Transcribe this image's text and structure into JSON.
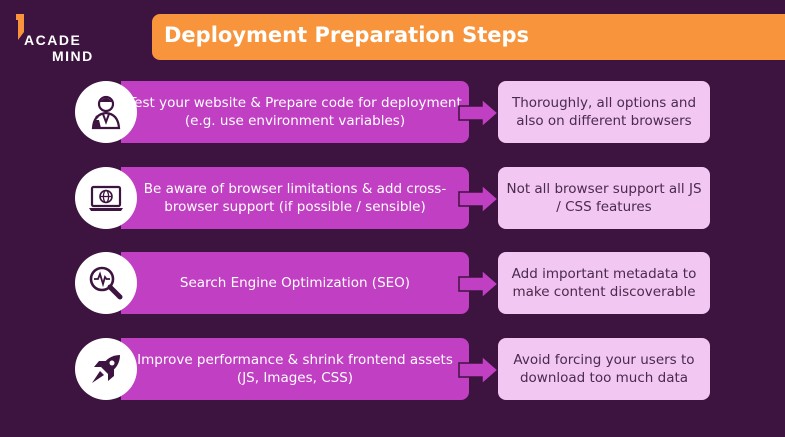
{
  "brand": {
    "line1": "ACADE",
    "line2": "MIND",
    "accent": "#f8943b"
  },
  "title": "Deployment Preparation Steps",
  "colors": {
    "background": "#3d1340",
    "step": "#c03fc2",
    "note": "#f2c7f1",
    "title_bar": "#f8943b"
  },
  "steps": [
    {
      "icon": "developer-icon",
      "text": "Test your website & Prepare code for deployment (e.g. use environment variables)",
      "note": "Thoroughly, all options and also on different browsers"
    },
    {
      "icon": "browser-globe-icon",
      "text": "Be aware of browser limitations & add cross-browser support (if possible / sensible)",
      "note": "Not all browser support all JS / CSS features"
    },
    {
      "icon": "seo-magnifier-icon",
      "text": "Search Engine Optimization (SEO)",
      "note": "Add important metadata to make content discoverable"
    },
    {
      "icon": "rocket-icon",
      "text": "Improve performance & shrink frontend assets (JS, Images, CSS)",
      "note": "Avoid forcing your users to download too much data"
    }
  ]
}
